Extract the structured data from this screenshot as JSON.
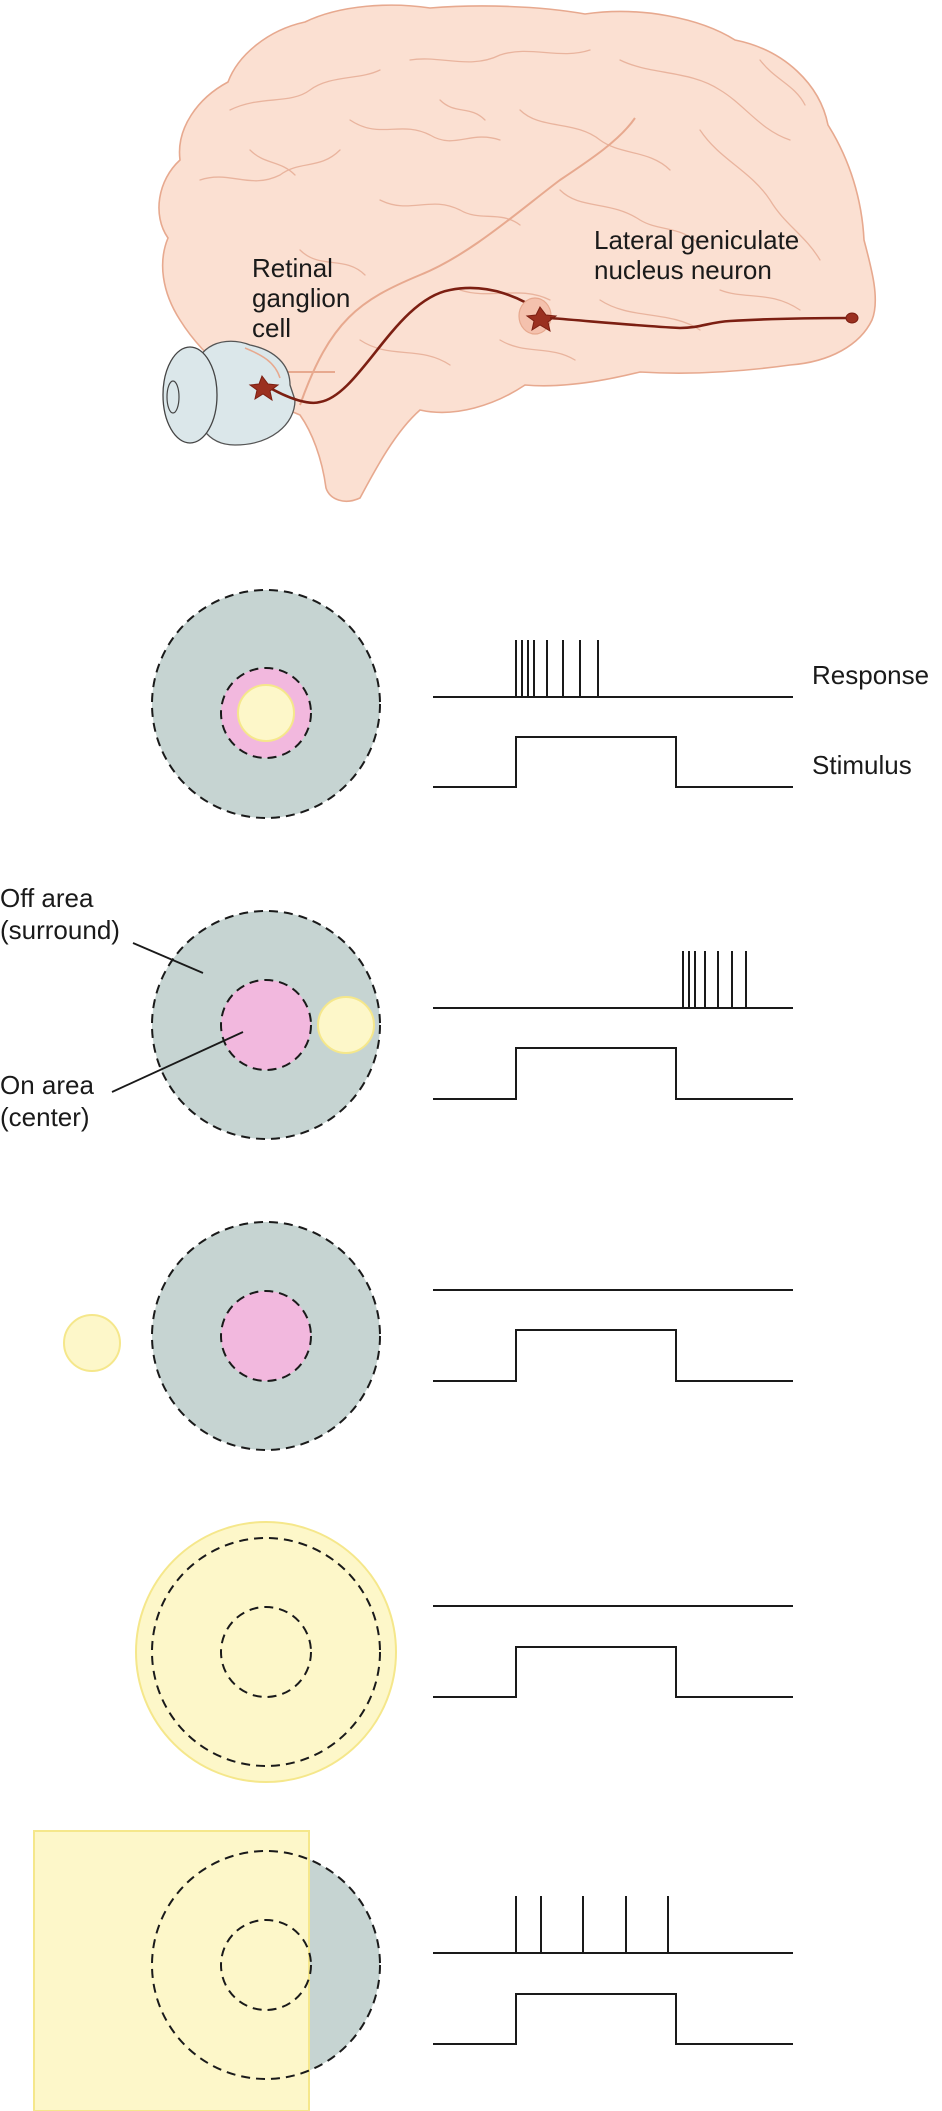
{
  "brain": {
    "ganglion_label_lines": [
      "Retinal",
      "ganglion",
      "cell"
    ],
    "lgn_label_lines": [
      "Lateral geniculate",
      "nucleus neuron"
    ]
  },
  "legend": {
    "response_label": "Response",
    "stimulus_label": "Stimulus"
  },
  "annotations": {
    "off_area_lines": [
      "Off area",
      "(surround)"
    ],
    "on_area_lines": [
      "On area",
      "(center)"
    ]
  },
  "colors": {
    "brain_fill": "#fbe0d2",
    "brain_stroke": "#e7a98f",
    "axon": "#7c1f12",
    "surround": "#c6d4d2",
    "center": "#f2b8de",
    "light": "#fdf7c9",
    "light_stroke": "#f5e78b"
  },
  "panels": [
    {
      "condition": "light spot on center",
      "spike_count": 8,
      "spikes_during": "stimulus on"
    },
    {
      "condition": "light spot on surround",
      "spike_count": 7,
      "spikes_during": "stimulus off"
    },
    {
      "condition": "light spot outside receptive field",
      "spike_count": 0,
      "spikes_during": "none"
    },
    {
      "condition": "diffuse light over center and surround",
      "spike_count": 0,
      "spikes_during": "none"
    },
    {
      "condition": "light covering center and part of surround",
      "spike_count": 5,
      "spikes_during": "stimulus on"
    }
  ]
}
